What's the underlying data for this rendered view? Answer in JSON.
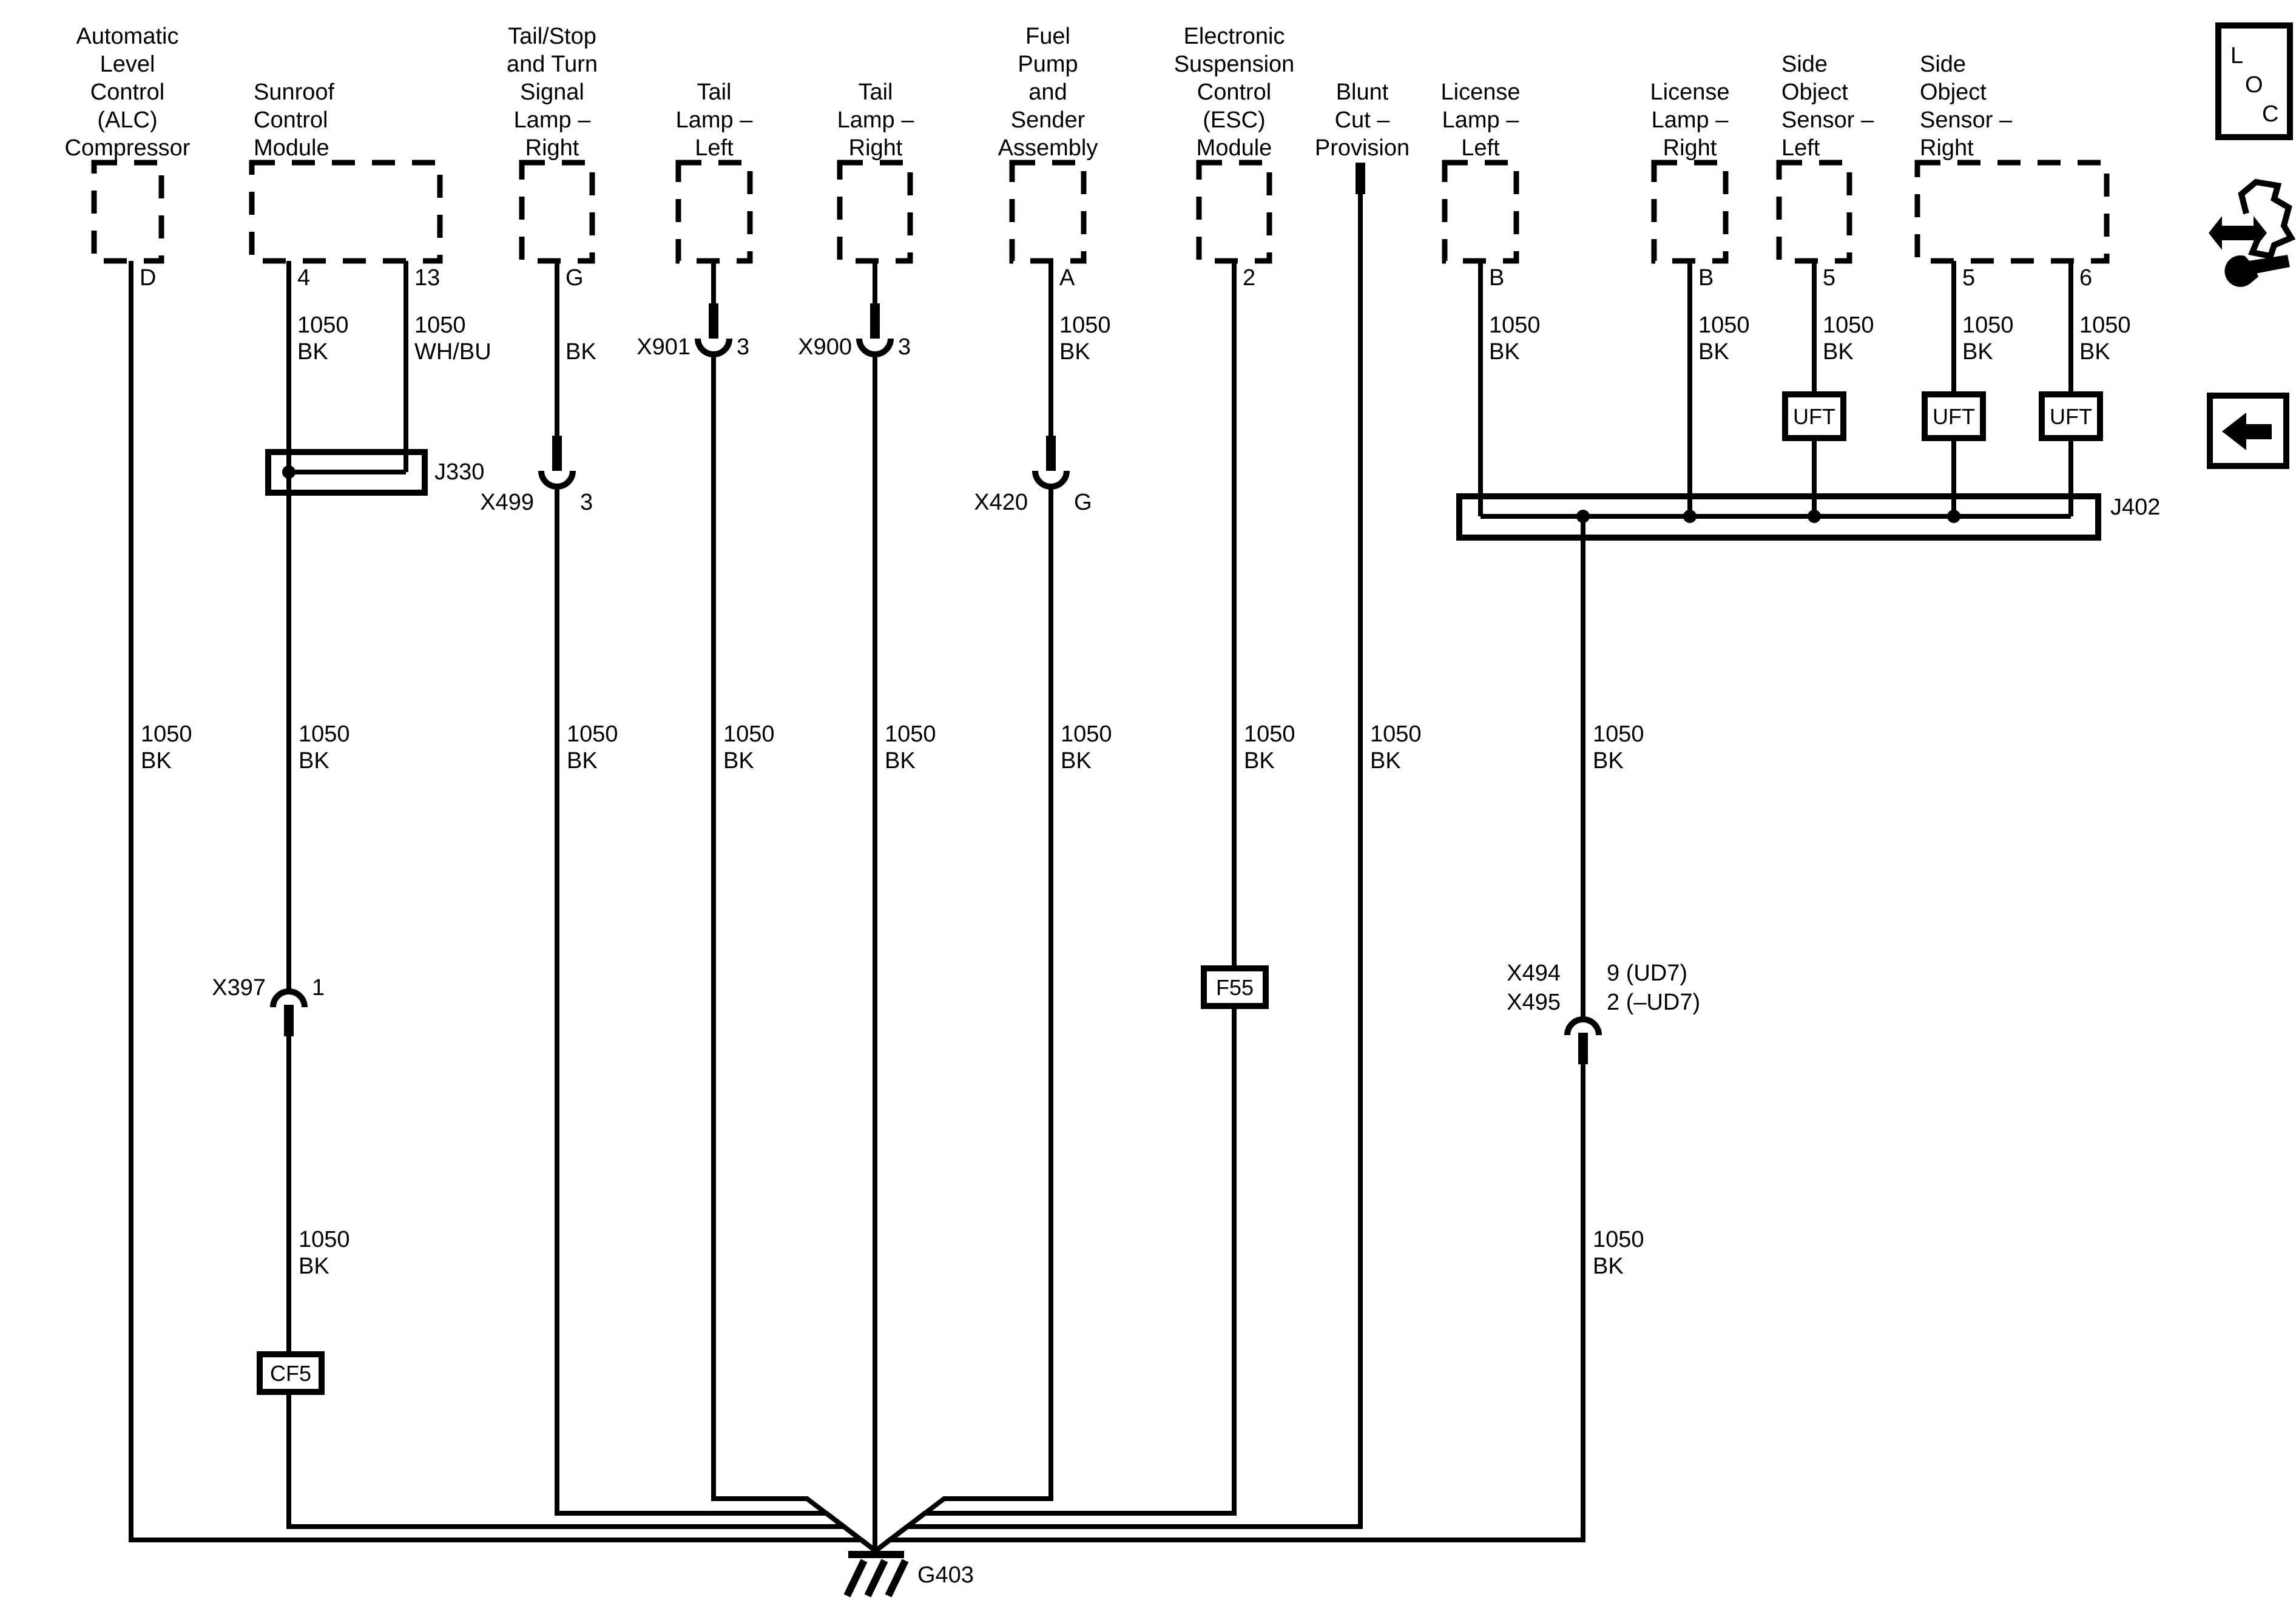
{
  "colors": {
    "ink": "#000000",
    "paper": "#ffffff"
  },
  "components": [
    {
      "id": "alc",
      "lines": [
        "Automatic",
        "Level",
        "Control",
        "(ALC)",
        "Compressor"
      ],
      "pin_labels": [
        "D"
      ]
    },
    {
      "id": "sunroof",
      "lines": [
        "Sunroof",
        "Control",
        "Module"
      ],
      "pin_labels": [
        "4",
        "13"
      ]
    },
    {
      "id": "tail_stop_turn",
      "lines": [
        "Tail/Stop",
        "and Turn",
        "Signal",
        "Lamp –",
        "Right"
      ],
      "pin_labels": [
        "G"
      ]
    },
    {
      "id": "tail_lamp_left",
      "lines": [
        "Tail",
        "Lamp –",
        "Left"
      ],
      "pin_labels": []
    },
    {
      "id": "tail_lamp_right",
      "lines": [
        "Tail",
        "Lamp –",
        "Right"
      ],
      "pin_labels": []
    },
    {
      "id": "fuel_pump",
      "lines": [
        "Fuel",
        "Pump",
        "and",
        "Sender",
        "Assembly"
      ],
      "pin_labels": [
        "A"
      ]
    },
    {
      "id": "esc_module",
      "lines": [
        "Electronic",
        "Suspension",
        "Control",
        "(ESC)",
        "Module"
      ],
      "pin_labels": [
        "2"
      ]
    },
    {
      "id": "blunt_cut",
      "lines": [
        "Blunt",
        "Cut –",
        "Provision"
      ],
      "pin_labels": []
    },
    {
      "id": "license_lamp_left",
      "lines": [
        "License",
        "Lamp –",
        "Left"
      ],
      "pin_labels": [
        "B"
      ]
    },
    {
      "id": "license_lamp_right",
      "lines": [
        "License",
        "Lamp –",
        "Right"
      ],
      "pin_labels": [
        "B"
      ]
    },
    {
      "id": "side_object_sensor_left",
      "lines": [
        "Side",
        "Object",
        "Sensor –",
        "Left"
      ],
      "pin_labels": [
        "5"
      ]
    },
    {
      "id": "side_object_sensor_right",
      "lines": [
        "Side",
        "Object",
        "Sensor –",
        "Right"
      ],
      "pin_labels": [
        "5",
        "6"
      ]
    }
  ],
  "wire_labels": {
    "top": [
      {
        "gauge": "1050",
        "color": "BK"
      },
      {
        "gauge": "1050",
        "color": "WH/BU"
      },
      {
        "color": "BK"
      },
      {
        "gauge": "1050",
        "color": "BK"
      },
      {
        "gauge": "1050",
        "color": "BK"
      },
      {
        "gauge": "1050",
        "color": "BK"
      },
      {
        "gauge": "1050",
        "color": "BK"
      },
      {
        "gauge": "1050",
        "color": "BK"
      },
      {
        "gauge": "1050",
        "color": "BK"
      }
    ],
    "mid": [
      {
        "gauge": "1050",
        "color": "BK"
      },
      {
        "gauge": "1050",
        "color": "BK"
      },
      {
        "gauge": "1050",
        "color": "BK"
      },
      {
        "gauge": "1050",
        "color": "BK"
      },
      {
        "gauge": "1050",
        "color": "BK"
      },
      {
        "gauge": "1050",
        "color": "BK"
      },
      {
        "gauge": "1050",
        "color": "BK"
      },
      {
        "gauge": "1050",
        "color": "BK"
      },
      {
        "gauge": "1050",
        "color": "BK"
      }
    ],
    "low": [
      {
        "gauge": "1050",
        "color": "BK"
      },
      {
        "gauge": "1050",
        "color": "BK"
      }
    ]
  },
  "connectors": {
    "x901": {
      "label": "X901",
      "pin": "3"
    },
    "x900": {
      "label": "X900",
      "pin": "3"
    },
    "x499": {
      "label": "X499",
      "pin": "3"
    },
    "x420": {
      "label": "X420",
      "pin": "G"
    },
    "x397": {
      "label": "X397",
      "pin": "1"
    },
    "x494_x495": {
      "labels": [
        "X494",
        "X495"
      ],
      "pins": [
        "9 (UD7)",
        "2 (–UD7)"
      ]
    }
  },
  "splices": {
    "j330": "J330",
    "j402": "J402"
  },
  "inline_boxes": {
    "f55": "F55",
    "cf5": "CF5",
    "uft": "UFT"
  },
  "ground": {
    "label": "G403"
  },
  "corner_icons": {
    "loc": [
      "L",
      "O",
      "C"
    ]
  }
}
